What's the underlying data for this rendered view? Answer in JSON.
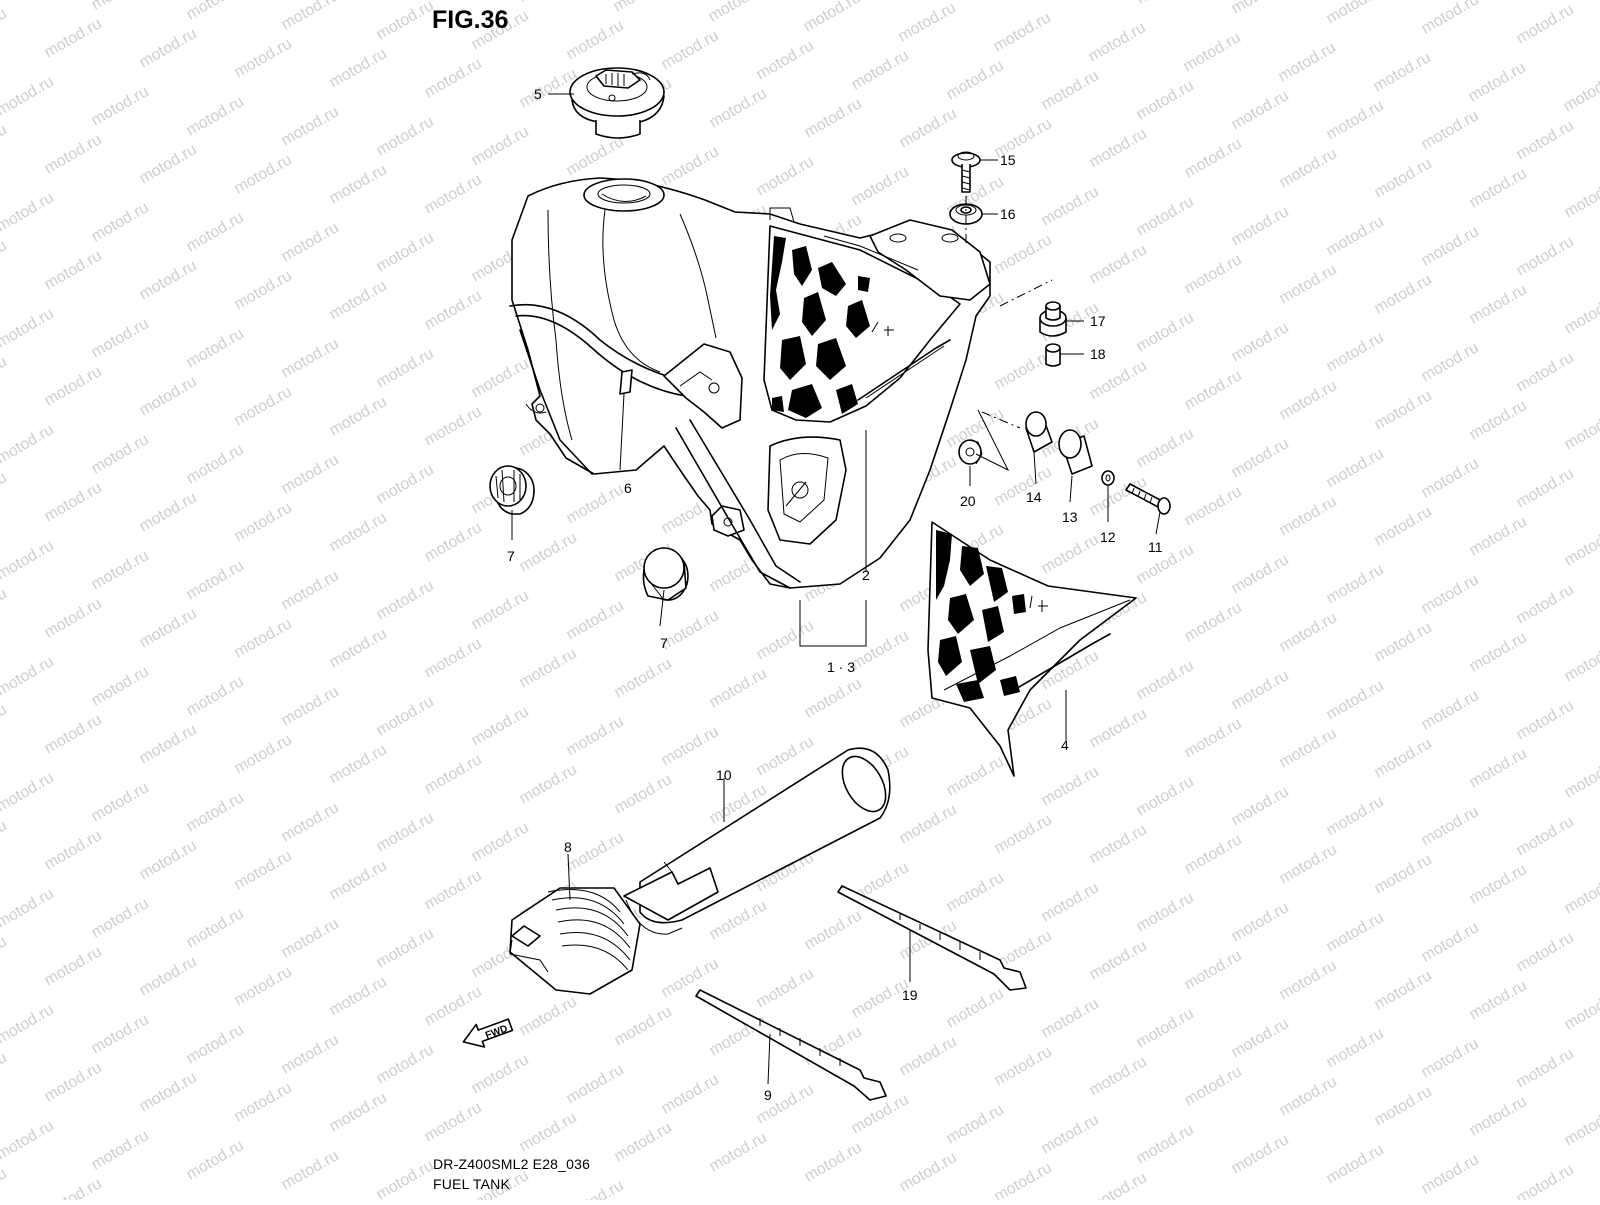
{
  "figure": {
    "title": "FIG.36",
    "model_code": "DR-Z400SML2 E28_036",
    "name": "FUEL TANK",
    "watermark": "motod.ru",
    "fwd_label": "FWD"
  },
  "callouts": {
    "c1_3": "1 · 3",
    "c2": "2",
    "c4": "4",
    "c5": "5",
    "c6": "6",
    "c7a": "7",
    "c7b": "7",
    "c8": "8",
    "c9": "9",
    "c10": "10",
    "c11": "11",
    "c12": "12",
    "c13": "13",
    "c14": "14",
    "c15": "15",
    "c16": "16",
    "c17": "17",
    "c18": "18",
    "c19": "19",
    "c20": "20"
  },
  "colors": {
    "line": "#000000",
    "background": "#ffffff",
    "watermark": "#cfcfcf"
  }
}
